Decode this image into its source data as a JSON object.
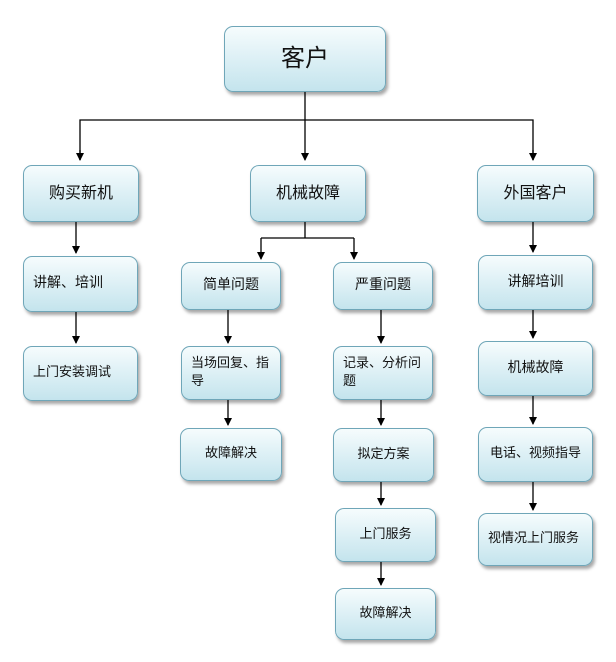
{
  "root": {
    "label": "客户"
  },
  "branches": {
    "buy": {
      "label": "购买新机",
      "steps": [
        "讲解、培训",
        "上门安装调试"
      ]
    },
    "fault": {
      "label": "机械故障",
      "simple": {
        "label": "简单问题",
        "steps": [
          "当场回复、指导",
          "故障解决"
        ]
      },
      "serious": {
        "label": "严重问题",
        "steps": [
          "记录、分析问题",
          "拟定方案",
          "上门服务",
          "故障解决"
        ]
      }
    },
    "foreign": {
      "label": "外国客户",
      "steps": [
        "讲解培训",
        "机械故障",
        "电话、视频指导",
        "视情况上门服务"
      ]
    }
  },
  "colors": {
    "box_border": "#6fa6b8",
    "box_fill": "#dff1f6",
    "connector": "#000000"
  }
}
